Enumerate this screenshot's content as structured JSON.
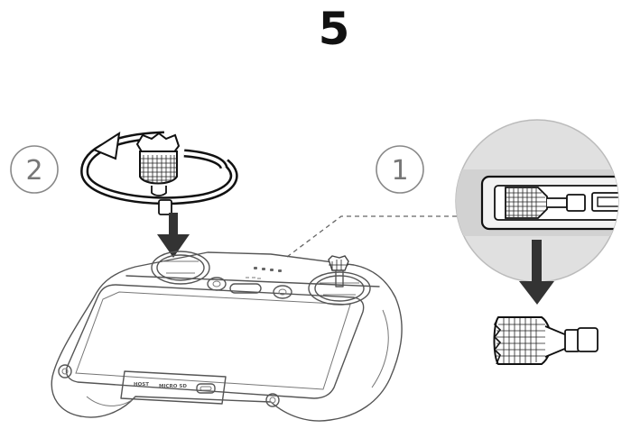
{
  "step": {
    "number": "5"
  },
  "callouts": [
    {
      "label": "1"
    },
    {
      "label": "2"
    }
  ],
  "port_labels": {
    "host": "HOST",
    "micro_sd": "MICRO SD"
  },
  "colors": {
    "ink": "#111111",
    "line": "#555555",
    "arrow": "#333333",
    "zoom_fill": "#e0e0e0"
  }
}
